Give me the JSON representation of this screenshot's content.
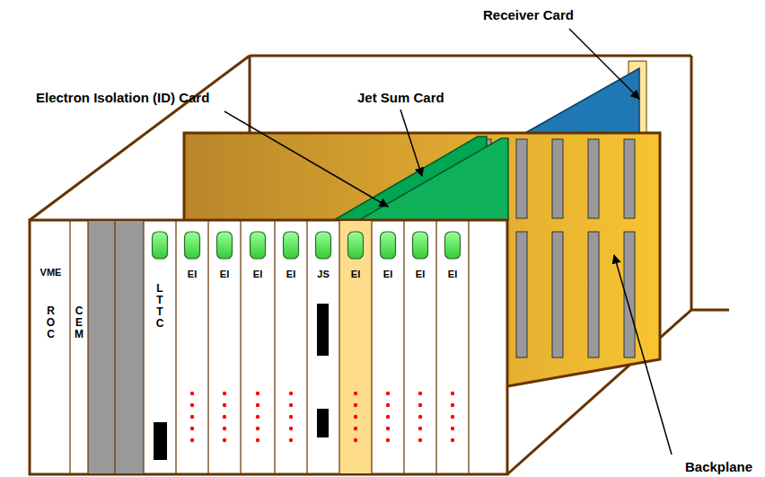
{
  "diagram": {
    "nodes": [
      {
        "text": [
          "VME",
          "ROC"
        ]
      },
      {
        "text": [
          "CEM"
        ]
      },
      {
        "text": [
          "LTTC"
        ]
      },
      {
        "text": [
          "EI"
        ]
      },
      {
        "text": [
          "EI"
        ]
      },
      {
        "text": [
          "EI"
        ]
      },
      {
        "text": [
          "EI"
        ]
      },
      {
        "text": [
          "JS"
        ]
      },
      {
        "text": [
          "EI"
        ]
      },
      {
        "text": [
          "EI"
        ]
      },
      {
        "text": [
          "EI"
        ]
      },
      {
        "text": [
          "EI"
        ]
      }
    ],
    "labels": [
      "Receiver Card",
      "Electron Isolation (ID) Card",
      "Jet Sum Card",
      "Backplane"
    ]
  }
}
